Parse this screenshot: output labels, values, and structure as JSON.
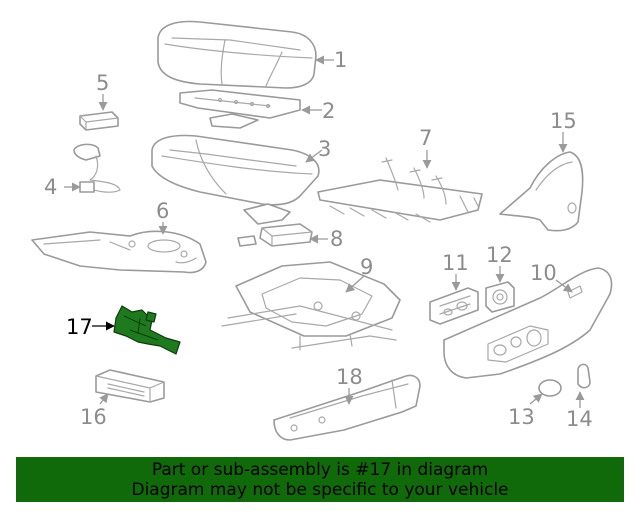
{
  "diagram": {
    "callouts": [
      "1",
      "2",
      "3",
      "4",
      "5",
      "6",
      "7",
      "8",
      "9",
      "10",
      "11",
      "12",
      "13",
      "14",
      "15",
      "16",
      "17",
      "18"
    ],
    "highlighted_callout": "17",
    "highlight_color": "#1f7a1f",
    "part_stroke_color": "#9a9a9a"
  },
  "banner": {
    "line1": "Part or sub-assembly is #17 in diagram",
    "line2": "Diagram may not be specific to your vehicle",
    "background": "#106a0a"
  }
}
